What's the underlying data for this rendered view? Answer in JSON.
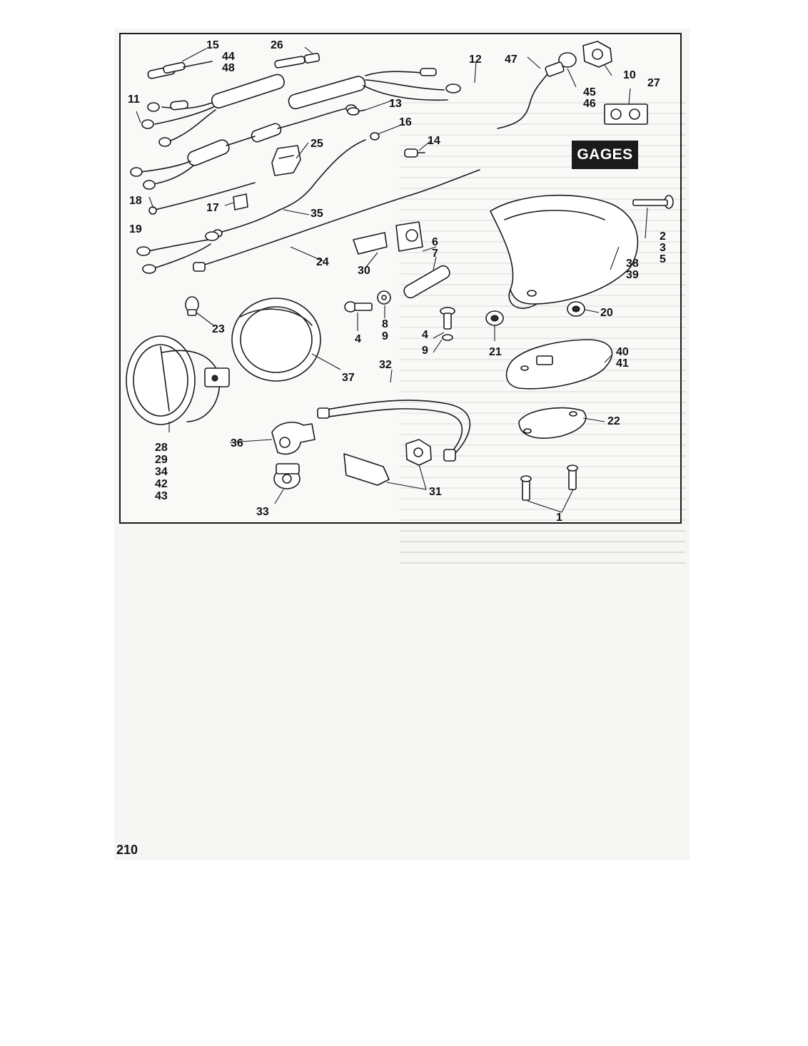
{
  "section_badge": "GAGES",
  "page_number": "210",
  "callouts": {
    "c1": "1",
    "c2": "2",
    "c3": "3",
    "c4a": "4",
    "c4b": "4",
    "c5": "5",
    "c6": "6",
    "c7": "7",
    "c8": "8",
    "c9a": "9",
    "c9b": "9",
    "c10": "10",
    "c11": "11",
    "c12": "12",
    "c13": "13",
    "c14": "14",
    "c15": "15",
    "c16": "16",
    "c17": "17",
    "c18": "18",
    "c19": "19",
    "c20": "20",
    "c21": "21",
    "c22": "22",
    "c23": "23",
    "c24": "24",
    "c25": "25",
    "c26": "26",
    "c27": "27",
    "c28": "28",
    "c29": "29",
    "c30": "30",
    "c31": "31",
    "c32": "32",
    "c33": "33",
    "c34": "34",
    "c35": "35",
    "c36": "36",
    "c37": "37",
    "c38": "38",
    "c39": "39",
    "c40": "40",
    "c41": "41",
    "c42": "42",
    "c43": "43",
    "c44": "44",
    "c45": "45",
    "c46": "46",
    "c47": "47",
    "c48": "48"
  }
}
